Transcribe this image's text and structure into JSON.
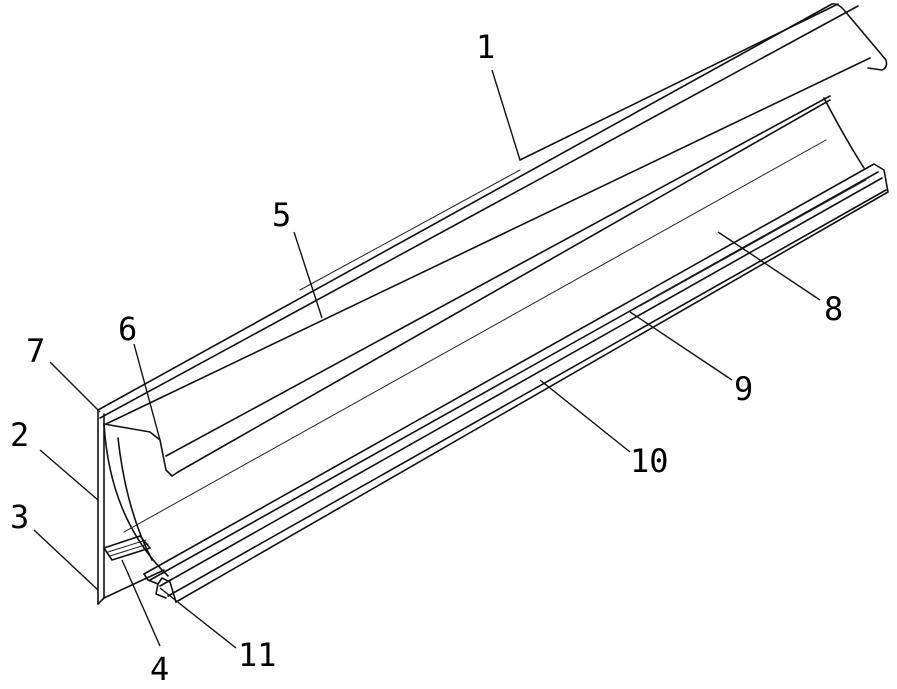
{
  "callouts": [
    {
      "id": "1",
      "text": "1"
    },
    {
      "id": "2",
      "text": "2"
    },
    {
      "id": "3",
      "text": "3"
    },
    {
      "id": "4",
      "text": "4"
    },
    {
      "id": "5",
      "text": "5"
    },
    {
      "id": "6",
      "text": "6"
    },
    {
      "id": "7",
      "text": "7"
    },
    {
      "id": "8",
      "text": "8"
    },
    {
      "id": "9",
      "text": "9"
    },
    {
      "id": "10",
      "text": "10"
    },
    {
      "id": "11",
      "text": "11"
    }
  ],
  "colors": {
    "line": "#111111",
    "background": "#ffffff"
  }
}
